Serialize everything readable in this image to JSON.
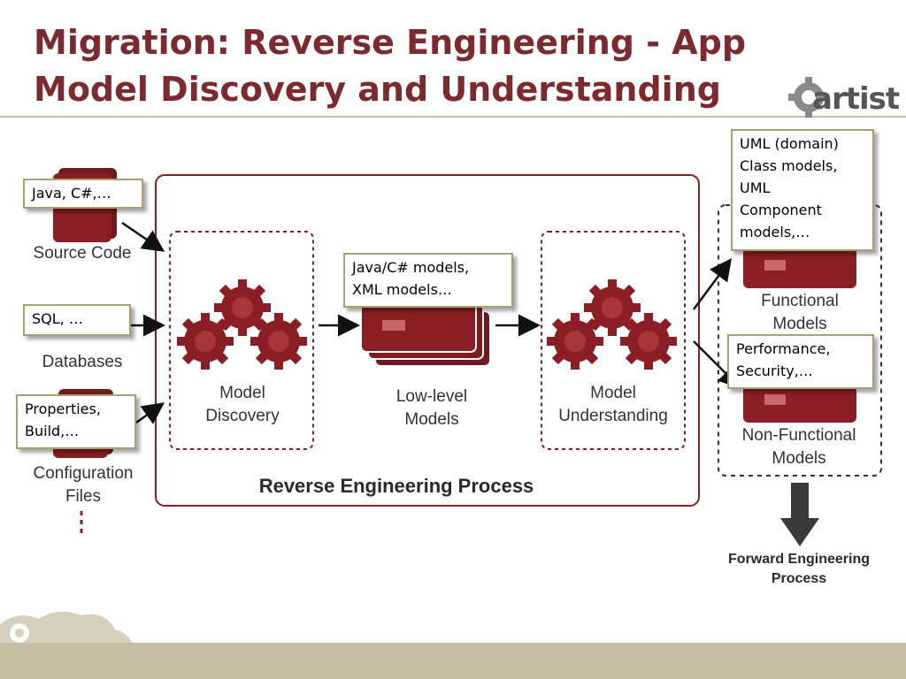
{
  "slide": {
    "title": "Migration: Reverse Engineering - App Model Discovery and Understanding",
    "logo_text": "artist"
  },
  "inputs": {
    "source_code": "Source Code",
    "databases": "Databases",
    "configuration_files": "Configuration Files"
  },
  "process": {
    "model_discovery": "Model Discovery",
    "low_level_models": "Low-level Models",
    "model_understanding": "Model Understanding",
    "reverse_engineering_process": "Reverse Engineering Process"
  },
  "outputs": {
    "functional_models": "Functional Models",
    "non_functional_models": "Non-Functional Models",
    "forward_engineering_process": "Forward Engineering Process"
  },
  "callouts": {
    "java": "Java, C#,…",
    "sql": "SQL, …",
    "properties": "Properties,\nBuild,…",
    "low_level": "Java/C#  models,\nXML models…",
    "uml": "UML (domain)\nClass models,\nUML\nComponent\nmodels,…",
    "performance": "Performance,\nSecurity,…"
  },
  "colors": {
    "title": "#7d2a2e",
    "maroon": "#8b1e24",
    "callout_border": "#a8a070",
    "footer": "#c4bea4"
  }
}
